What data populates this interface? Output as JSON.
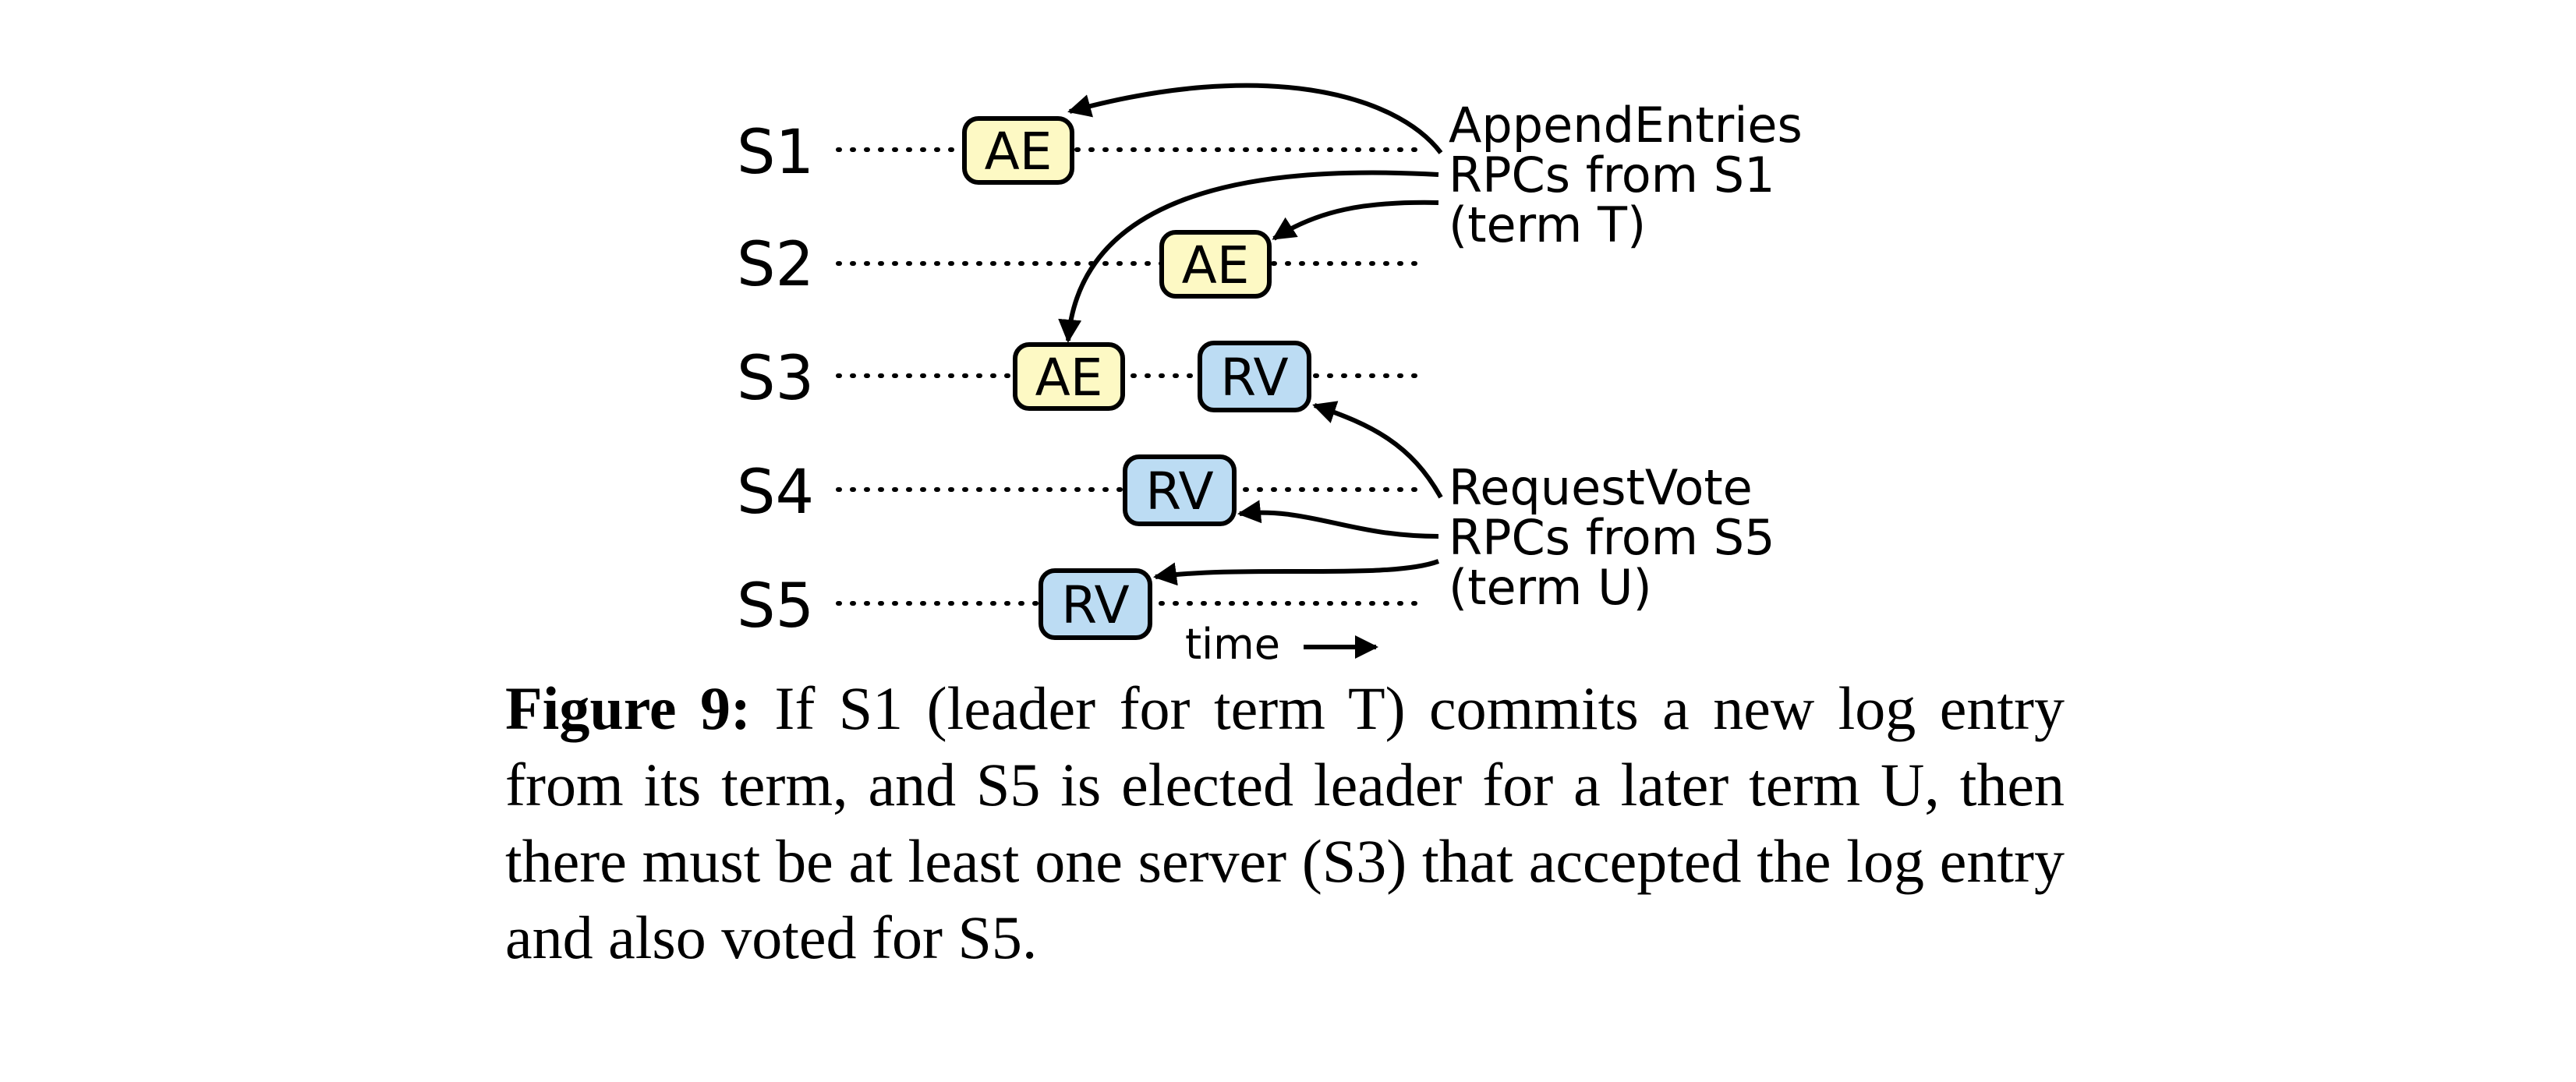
{
  "servers": [
    "S1",
    "S2",
    "S3",
    "S4",
    "S5"
  ],
  "entries": {
    "ae": "AE",
    "rv": "RV"
  },
  "notes": {
    "append": [
      "AppendEntries",
      "RPCs from S1",
      "(term T)"
    ],
    "vote": [
      "RequestVote",
      "RPCs from S5",
      "(term U)"
    ]
  },
  "time_label": "time",
  "colors": {
    "append_entry_fill": "#fdf9c4",
    "request_vote_fill": "#bcdcf3"
  },
  "caption": {
    "label": "Figure 9:",
    "text": "If S1 (leader for term T) commits a new log entry from its term, and S5 is elected leader for a later term U, then there must be at least one server (S3) that accepted the log entry and also voted for S5."
  }
}
